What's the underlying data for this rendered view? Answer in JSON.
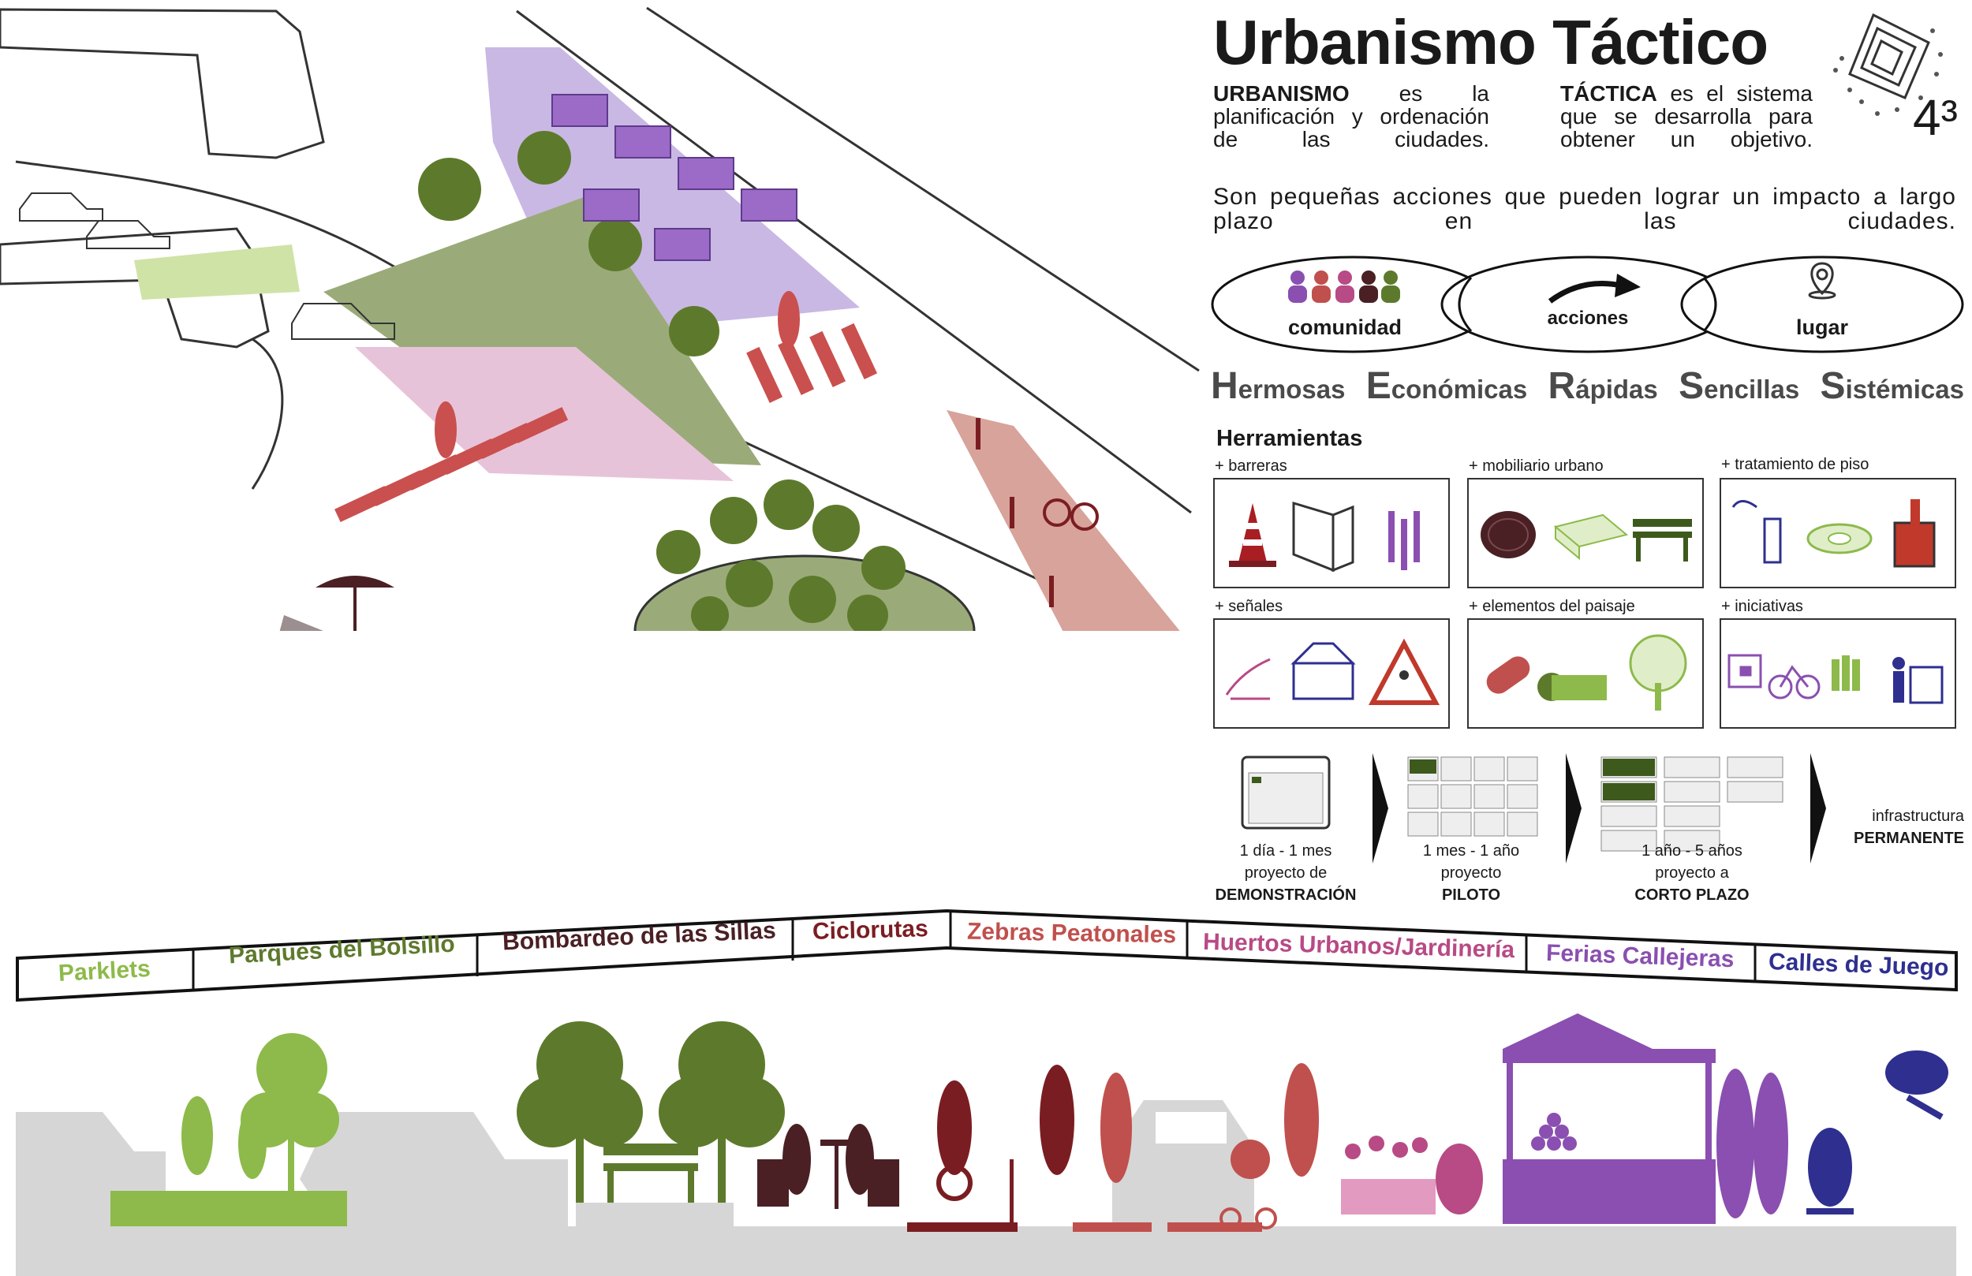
{
  "title": "Urbanismo Táctico",
  "logo_text": "4³",
  "definitions": {
    "urbanismo_term": "URBANISMO",
    "urbanismo_rest": "es la planificación y ordenación de las ciudades.",
    "tactica_term": "TÁCTICA",
    "tactica_rest": "es el sistema que se desarrolla para obtener un objetivo."
  },
  "summary": "Son pequeñas acciones que pueden lograr un impacto a largo plazo en las ciudades.",
  "cycle": {
    "left": "comunidad",
    "middle": "acciones",
    "right": "lugar"
  },
  "qualities": [
    {
      "cap": "H",
      "rest": "ermosas"
    },
    {
      "cap": "E",
      "rest": "conómicas"
    },
    {
      "cap": "R",
      "rest": "ápidas"
    },
    {
      "cap": "S",
      "rest": "encillas"
    },
    {
      "cap": "S",
      "rest": "istémicas"
    }
  ],
  "tools_heading": "Herramientas",
  "tools": [
    {
      "label": "+ barreras"
    },
    {
      "label": "+ mobiliario urbano"
    },
    {
      "label": "+ tratamiento de piso"
    },
    {
      "label": "+ señales"
    },
    {
      "label": "+ elementos del paisaje"
    },
    {
      "label": "+ iniciativas"
    }
  ],
  "phases": [
    {
      "duration": "1 día - 1 mes",
      "kind": "proyecto de",
      "name": "DEMONSTRACIÓN"
    },
    {
      "duration": "1 mes - 1 año",
      "kind": "proyecto",
      "name": "PILOTO"
    },
    {
      "duration": "1 año - 5 años",
      "kind": "proyecto a",
      "name": "CORTO PLAZO"
    },
    {
      "duration": "infrastructura",
      "kind": "",
      "name": "PERMANENTE"
    }
  ],
  "ribbon": [
    {
      "label": "Parklets",
      "color": "#8dba4a"
    },
    {
      "label": "Parques del Bolsillo",
      "color": "#5d7a2c"
    },
    {
      "label": "Bombardeo de las Sillas",
      "color": "#4a2024"
    },
    {
      "label": "Ciclorutas",
      "color": "#7a1d22"
    },
    {
      "label": "Zebras Peatonales",
      "color": "#c0504d"
    },
    {
      "label": "Huertos Urbanos/Jardinería",
      "color": "#b84a85"
    },
    {
      "label": "Ferias Callejeras",
      "color": "#8a4fb0"
    },
    {
      "label": "Calles de Juego",
      "color": "#2e2f8f"
    }
  ],
  "colors": {
    "purple_light": "#c9b8e3",
    "green_plaza": "#9aab79",
    "red_crossing": "#c9504e",
    "bike_lane": "#d8a39a",
    "blue_play": "#bfbde7",
    "dark_grey": "#9b8f8f"
  }
}
